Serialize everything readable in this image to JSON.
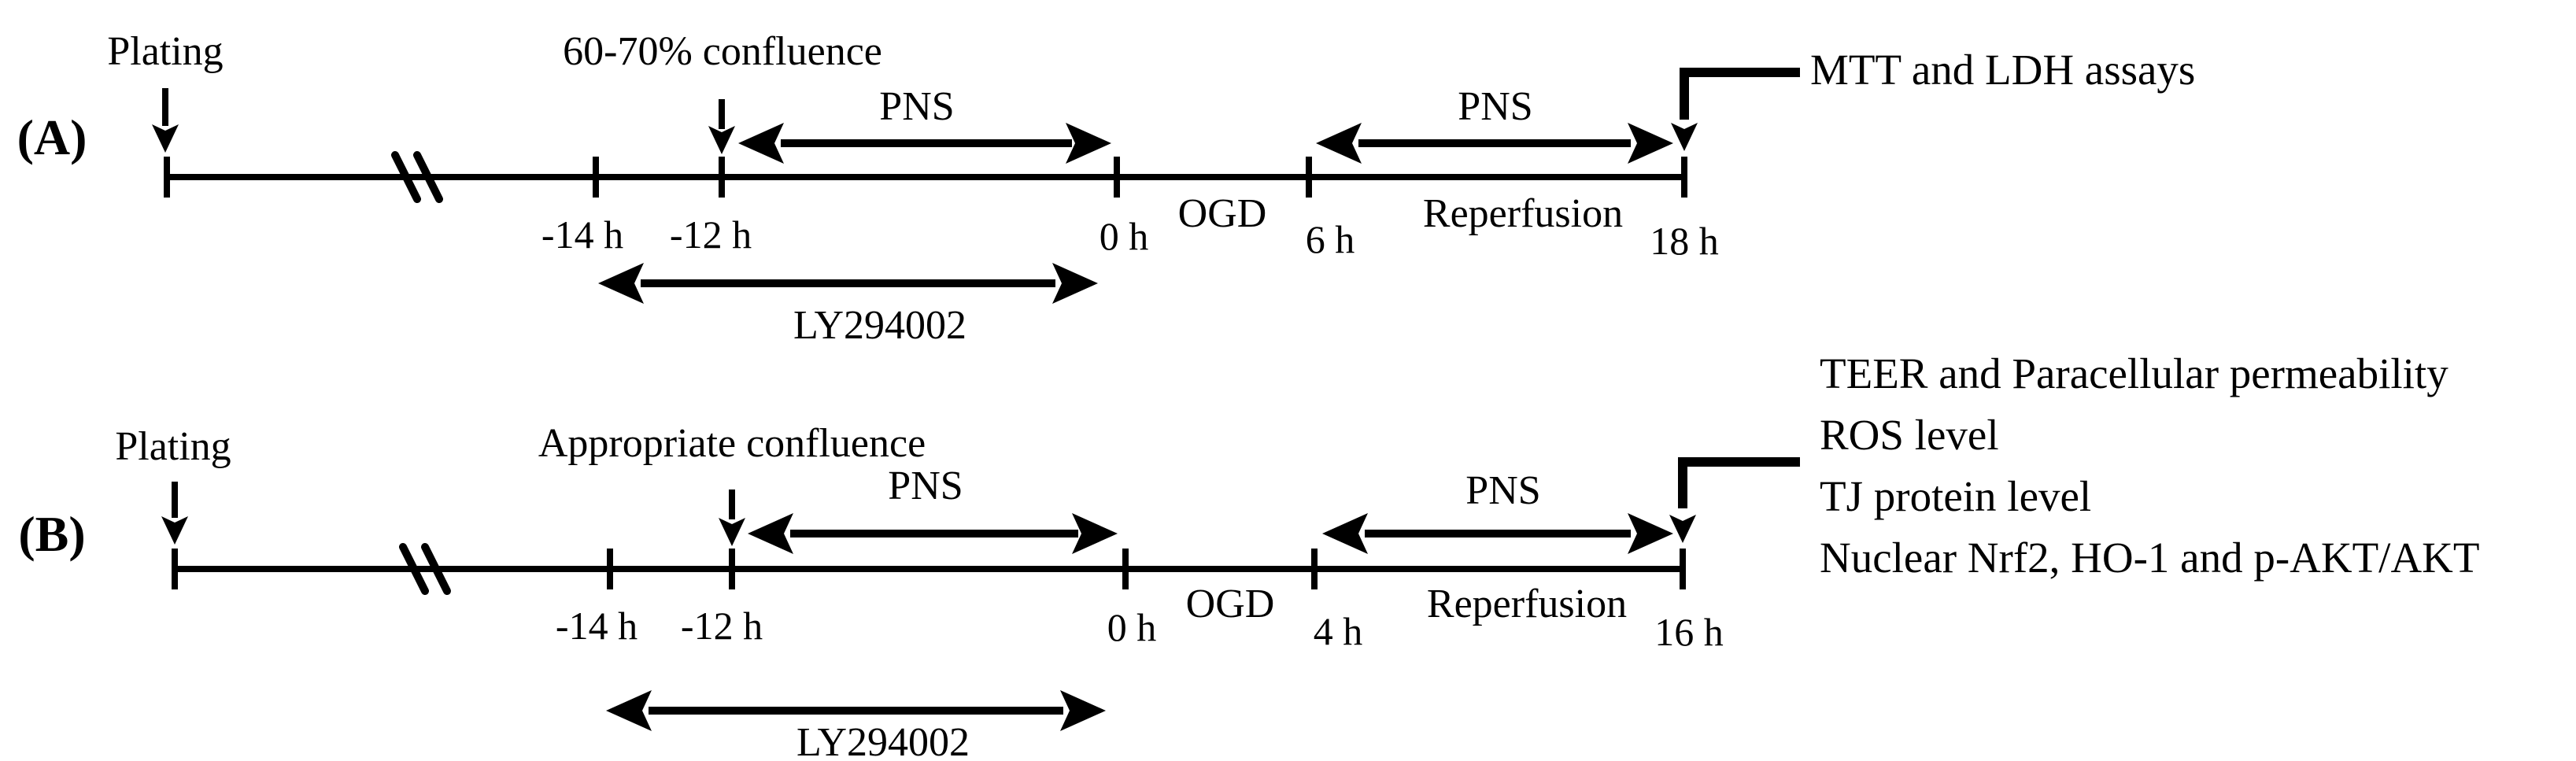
{
  "figure": {
    "background_color": "#ffffff",
    "ink_color": "#000000"
  },
  "panels": [
    {
      "label": "(A)",
      "plating_label": "Plating",
      "confluence_label": "60-70% confluence",
      "pns_label_1": "PNS",
      "pns_label_2": "PNS",
      "ly294002_label": "LY294002",
      "ogd_label": "OGD",
      "reperfusion_label": "Reperfusion",
      "ticks": [
        "-14 h",
        "-12 h",
        "0 h",
        "6 h",
        "18 h"
      ],
      "assays": [
        "MTT and LDH assays"
      ]
    },
    {
      "label": "(B)",
      "plating_label": "Plating",
      "confluence_label": "Appropriate confluence",
      "pns_label_1": "PNS",
      "pns_label_2": "PNS",
      "ly294002_label": "LY294002",
      "ogd_label": "OGD",
      "reperfusion_label": "Reperfusion",
      "ticks": [
        "-14 h",
        "-12 h",
        "0 h",
        "4 h",
        "16 h"
      ],
      "assays": [
        "TEER and Paracellular permeability",
        "ROS level",
        "TJ protein level",
        "Nuclear Nrf2, HO-1 and p-AKT/AKT"
      ]
    }
  ]
}
